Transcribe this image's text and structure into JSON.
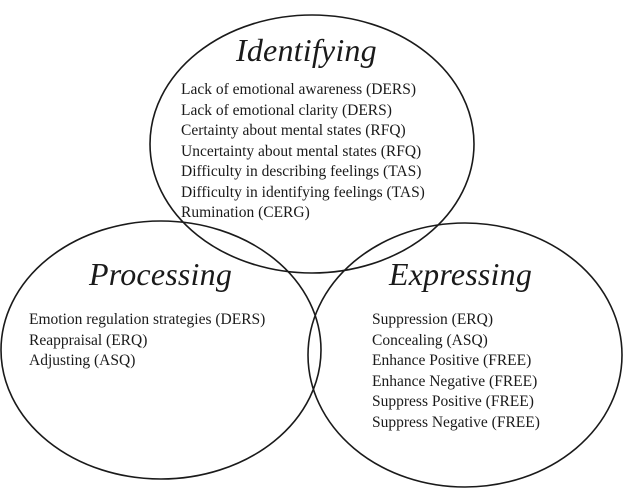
{
  "circles": [
    {
      "title": "Identifying",
      "items": [
        "Lack of emotional awareness  (DERS)",
        "Lack of emotional clarity (DERS)",
        "Certainty about mental states (RFQ)",
        "Uncertainty about mental states (RFQ)",
        "Difficulty in describing feelings (TAS)",
        "Difficulty in identifying feelings (TAS)",
        "Rumination (CERG)"
      ]
    },
    {
      "title": "Processing",
      "items": [
        "Emotion regulation strategies (DERS)",
        "Reappraisal (ERQ)",
        "Adjusting (ASQ)"
      ]
    },
    {
      "title": "Expressing",
      "items": [
        "Suppression (ERQ)",
        "Concealing (ASQ)",
        "Enhance Positive (FREE)",
        "Enhance Negative (FREE)",
        "Suppress Positive (FREE)",
        "Suppress Negative (FREE)"
      ]
    }
  ]
}
